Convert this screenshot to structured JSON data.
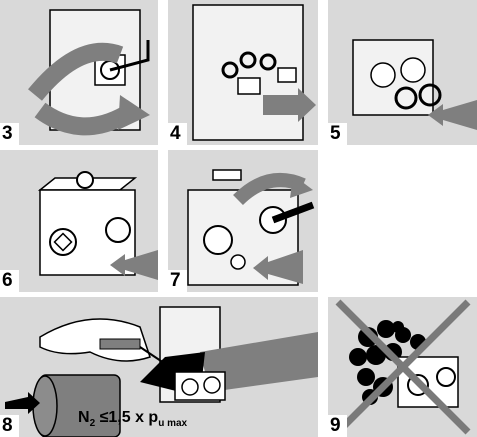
{
  "steps": [
    {
      "number": "3",
      "icon": "hex-key-icon"
    },
    {
      "number": "4",
      "icon": "plug-and-o-rings-icon"
    },
    {
      "number": "5",
      "icon": "o-ring-insert-icon"
    },
    {
      "number": "6",
      "icon": "valve-block-icon"
    },
    {
      "number": "7",
      "icon": "screwdriver-tighten-icon"
    },
    {
      "number": "8",
      "icon": "nitrogen-fill-icon"
    },
    {
      "number": "9",
      "icon": "no-contamination-icon"
    }
  ],
  "formula": {
    "lhs": "N",
    "lhs_sub": "2",
    "rel": "≤",
    "coef": "1,5",
    "mult": "x",
    "p": "p",
    "p_sub": "u max"
  },
  "colors": {
    "panel": "#d9d9d9",
    "arrow": "#7f7f7f",
    "ink": "#000000",
    "cross": "#7a7a7a"
  }
}
